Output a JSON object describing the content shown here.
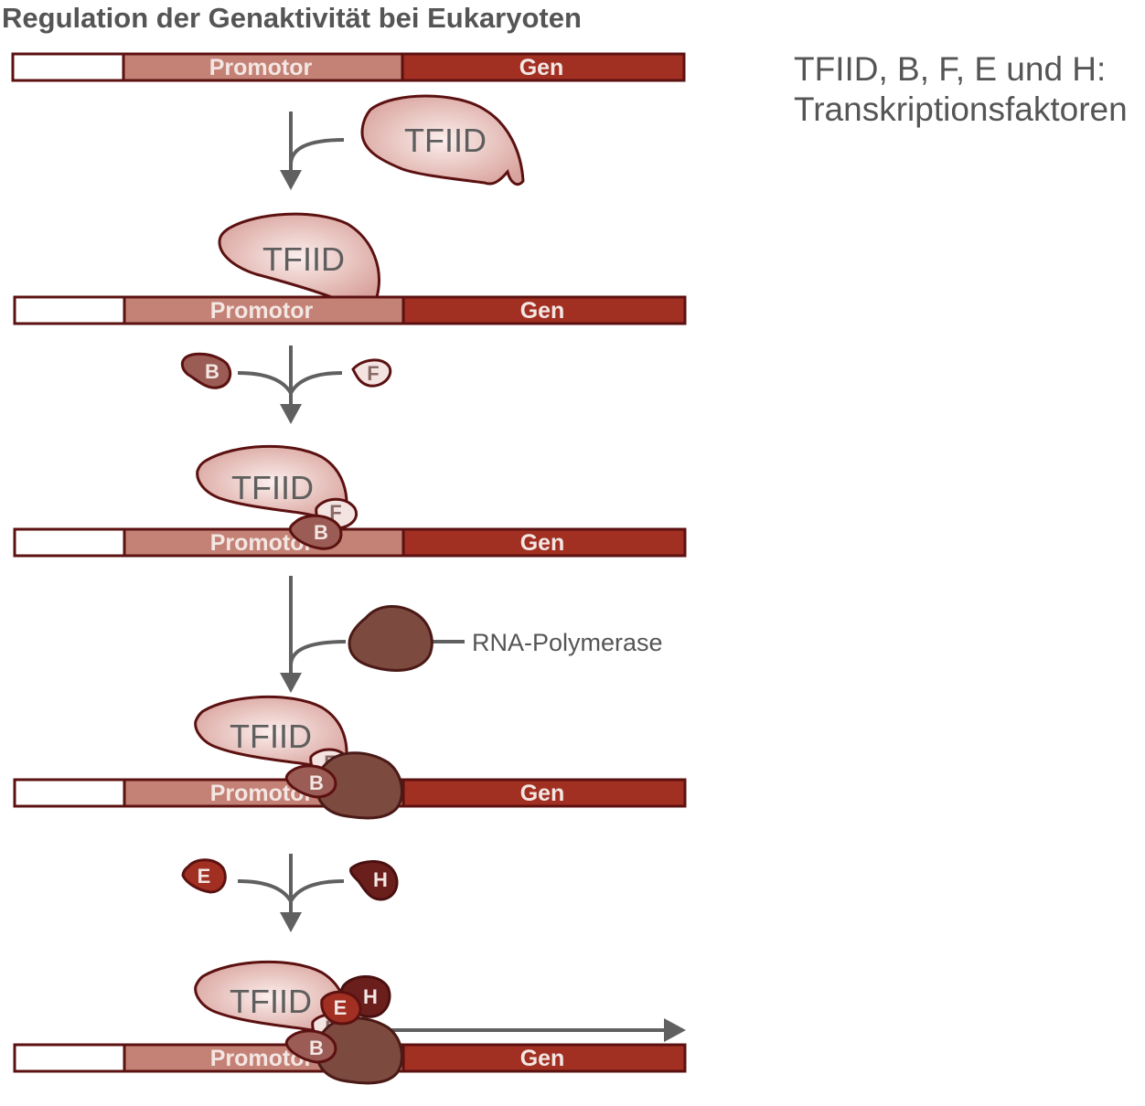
{
  "title": "Regulation der Genaktivität bei Eukaryoten",
  "legend": {
    "line1": "TFIID, B, F, E und H:",
    "line2": "Transkriptionsfaktoren"
  },
  "labels": {
    "promotor": "Promotor",
    "gen": "Gen",
    "tfiid": "TFIID",
    "b": "B",
    "f": "F",
    "e": "E",
    "h": "H",
    "rna_polymerase": "RNA-Polymerase"
  },
  "colors": {
    "promotor": "#c48276",
    "gen": "#a12f22",
    "outline": "#5c1111",
    "tfiid": "#e5b5b0",
    "b_factor": "#9a5c55",
    "f_factor": "#f3e4e2",
    "e_factor": "#a12f22",
    "h_factor": "#6b1f1c",
    "polymerase": "#7d4a40",
    "arrow": "#606060"
  }
}
